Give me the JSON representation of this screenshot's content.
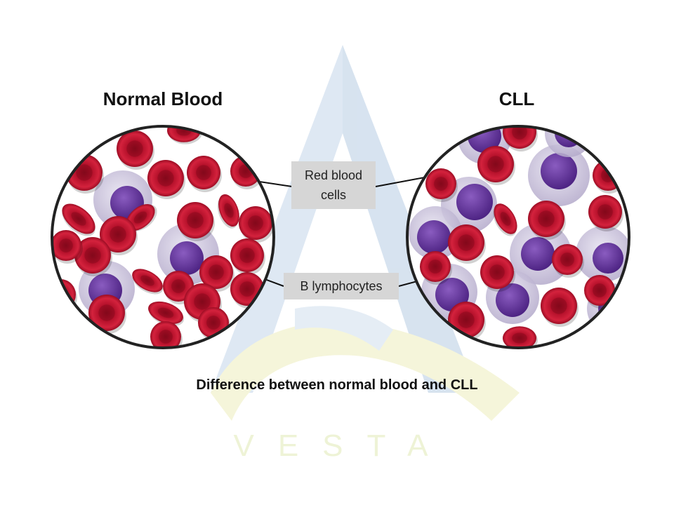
{
  "panels": {
    "normal": {
      "title": "Normal Blood"
    },
    "cll": {
      "title": "CLL"
    }
  },
  "labels": {
    "rbc_line1": "Red blood",
    "rbc_line2": "cells",
    "b_lymphocytes": "B lymphocytes"
  },
  "caption": "Difference between normal blood and CLL",
  "watermark": {
    "text": "VESTA",
    "blue": "#b9cfe6",
    "yellow": "#f1f1c4"
  },
  "colors": {
    "rbc": "#c41230",
    "rbc_dark": "#8a0a1e",
    "lymph_body": "#c8c0dc",
    "lymph_nucleus": "#6b3aa0",
    "ring": "#222222"
  }
}
